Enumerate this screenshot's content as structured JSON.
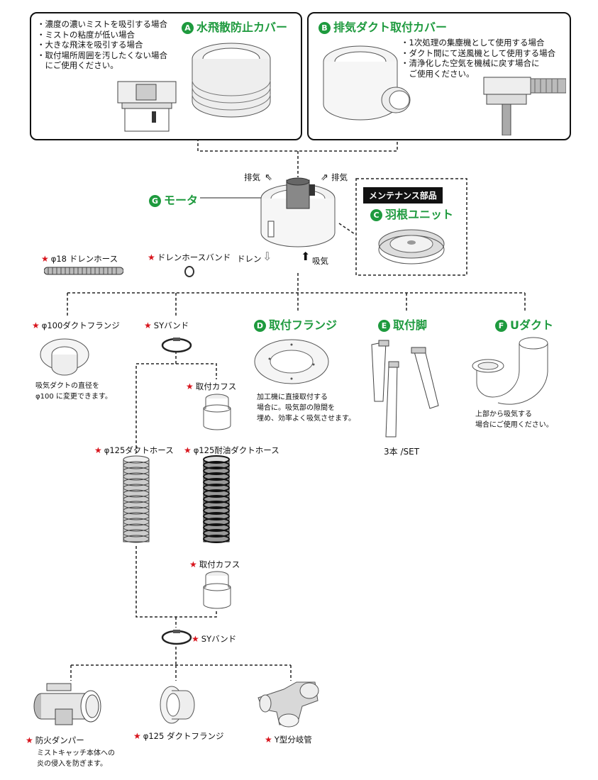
{
  "box_a": {
    "letter": "A",
    "title": "水飛散防止カバー",
    "bullets": [
      "・濃度の濃いミストを吸引する場合",
      "・ミストの粘度が低い場合",
      "・大きな飛沫を吸引する場合",
      "・取付場所周囲を汚したくない場合",
      "　にご使用ください。"
    ]
  },
  "box_b": {
    "letter": "B",
    "title": "排気ダクト取付カバー",
    "bullets": [
      "・1次処理の集塵機として使用する場合",
      "・ダクト間にて送風機として使用する場合",
      "・清浄化した空気を機械に戻す場合に",
      "　ご使用ください。"
    ]
  },
  "motor": {
    "letter": "G",
    "title": "モータ",
    "exhaust_left": "排気",
    "exhaust_right": "排気",
    "drain": "ドレン",
    "intake": "吸気"
  },
  "maintenance": {
    "tag": "メンテナンス部品",
    "letter": "C",
    "title": "羽根ユニット"
  },
  "drain_hose": "φ18 ドレンホース",
  "drain_band": "ドレンホースバンド",
  "duct_flange_100": {
    "label": "φ100ダクトフランジ",
    "desc": [
      "吸気ダクトの直径を",
      "φ100 に変更できます。"
    ]
  },
  "sy_band_top": "SYバンド",
  "flange_d": {
    "letter": "D",
    "title": "取付フランジ",
    "desc": [
      "加工機に直接取付する",
      "場合に。吸気部の隙間を",
      "埋め、効率よく吸気させます。"
    ]
  },
  "legs_e": {
    "letter": "E",
    "title": "取付脚",
    "note": "3本 /SET"
  },
  "u_duct": {
    "letter": "F",
    "title": "Uダクト",
    "desc": [
      "上部から吸気する",
      "場合にご使用ください。"
    ]
  },
  "cuff_top": "取付カフス",
  "hose_125": "φ125ダクトホース",
  "hose_125_oil": "φ125耐油ダクトホース",
  "cuff_bottom": "取付カフス",
  "sy_band_bottom": "SYバンド",
  "fire_damper": {
    "label": "防火ダンパー",
    "desc": [
      "ミストキャッチ本体への",
      "炎の侵入を防ぎます。"
    ]
  },
  "duct_flange_125": "φ125 ダクトフランジ",
  "y_branch": "Y型分岐管",
  "colors": {
    "accent": "#1e9a3e",
    "star": "#d8141c"
  }
}
